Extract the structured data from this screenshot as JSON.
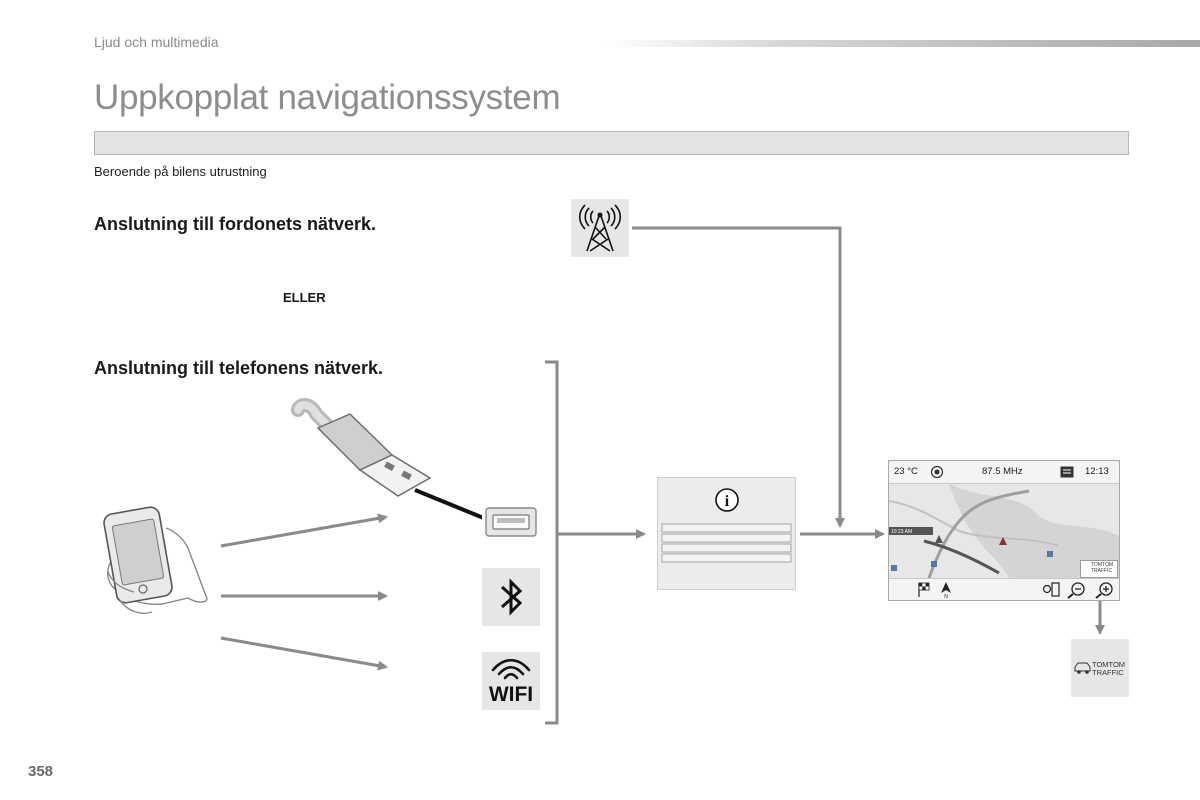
{
  "header": {
    "section": "Ljud och multimedia",
    "title": "Uppkopplat navigationssystem",
    "subtitle": "Beroende på bilens utrustning"
  },
  "connections": {
    "vehicle_network": "Anslutning till fordonets nätverk.",
    "or_label": "ELLER",
    "phone_network": "Anslutning till telefonens nätverk."
  },
  "icons": {
    "antenna": "antenna-tower-icon",
    "usb_plug": "usb-plug-icon",
    "usb_port": "usb-port-icon",
    "bluetooth": "bluetooth-icon",
    "wifi_label": "WIFI",
    "phone": "smartphone-icon",
    "info": "info-icon"
  },
  "screen": {
    "temperature": "23 °C",
    "frequency": "87.5 MHz",
    "time": "12:13",
    "traffic_label": "TOMTOM TRAFFIC"
  },
  "traffic_button": {
    "line1": "TOMTOM",
    "line2": "TRAFFIC"
  },
  "footer": {
    "page_number": "358"
  },
  "colors": {
    "title_gray": "#8d8d8d",
    "arrow_gray": "#8a8a8a",
    "tile_bg": "#e6e6e6"
  }
}
